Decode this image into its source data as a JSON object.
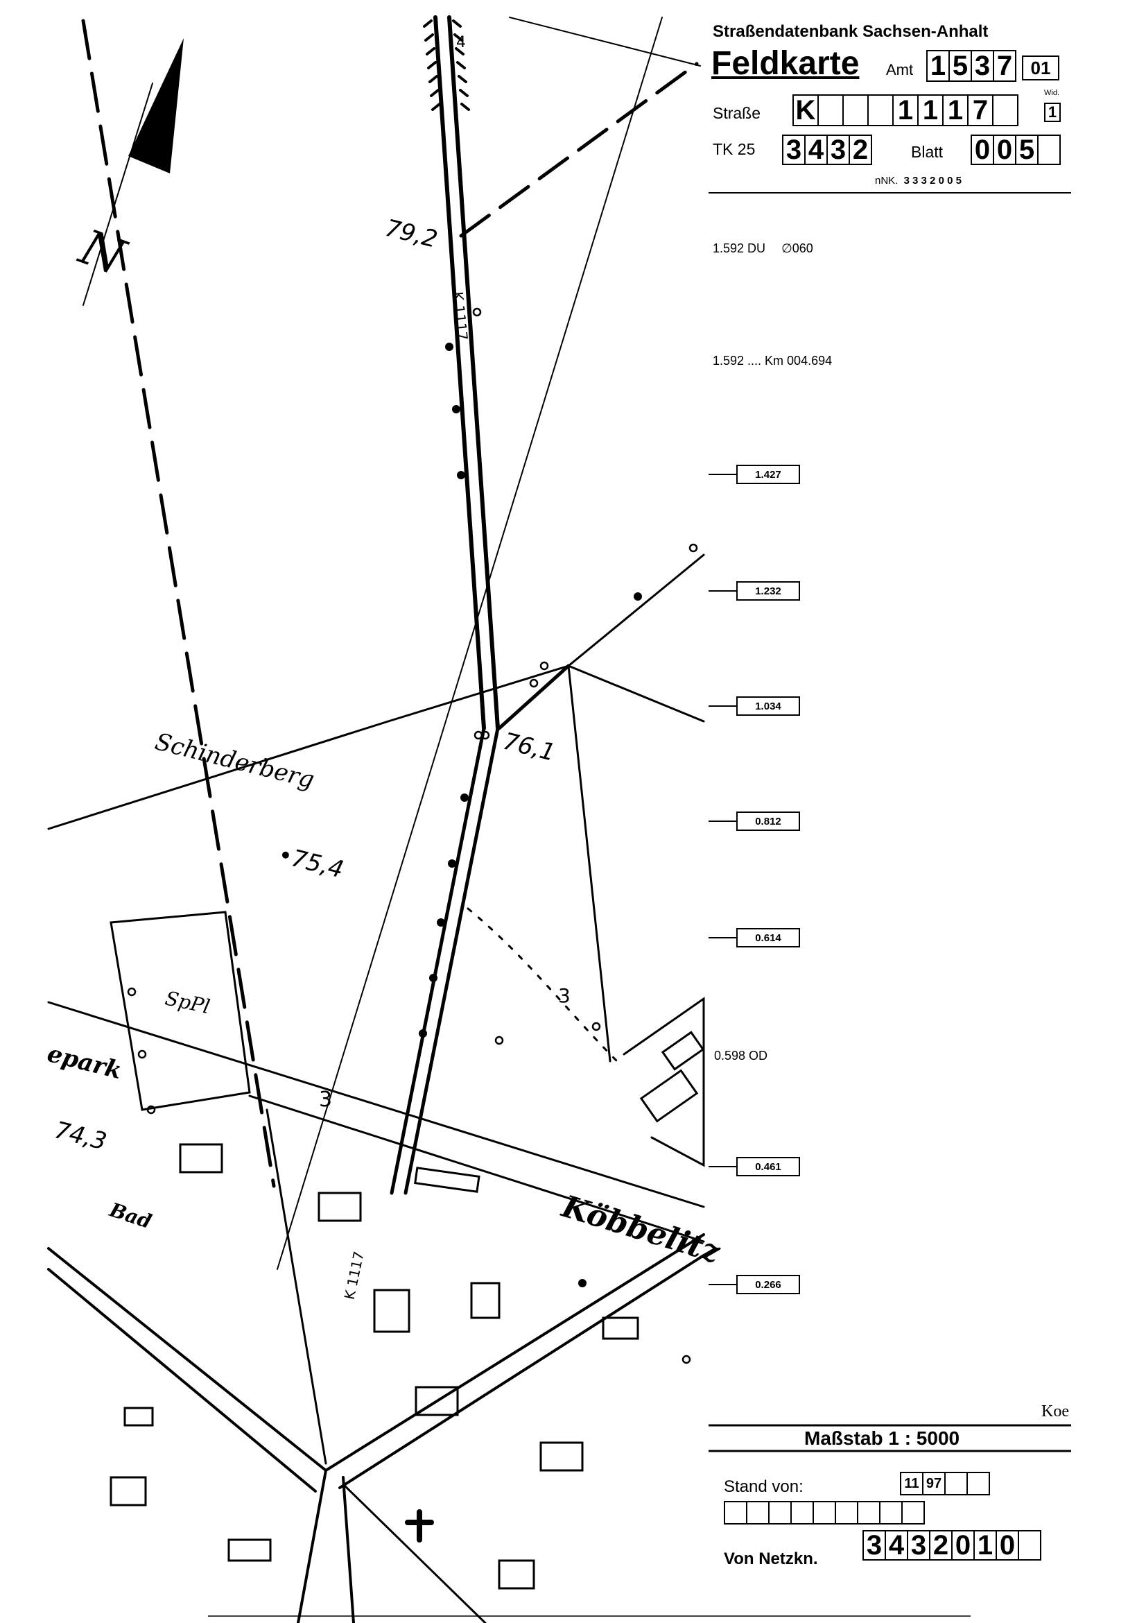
{
  "header": {
    "db_title": "Straßendatenbank Sachsen-Anhalt",
    "card_title": "Feldkarte",
    "amt_label": "Amt",
    "amt_digits": [
      "1",
      "5",
      "3",
      "7"
    ],
    "amt_suffix": "01",
    "strasse_label": "Straße",
    "strasse_class": "K",
    "strasse_number": [
      "1",
      "1",
      "1",
      "7"
    ],
    "wid_label": "Wid.",
    "wid_value": "1",
    "tk_label": "TK 25",
    "tk_digits": [
      "3",
      "4",
      "3",
      "2"
    ],
    "blatt_label": "Blatt",
    "blatt_digits": [
      "0",
      "0",
      "5"
    ],
    "nnk_label": "nNK.",
    "nnk_value": "3 3 3 2 0 0 5"
  },
  "notes": {
    "du_note": "1.592 DU",
    "diam_note": "∅060",
    "km_note": "1.592 .... Km  004.694",
    "od_note": "0.598 OD"
  },
  "km_markers": [
    "1.427",
    "1.232",
    "1.034",
    "0.812",
    "0.614",
    "0.461",
    "0.266"
  ],
  "map_labels": {
    "north": "N",
    "elev1": "79,2",
    "elev2": "76,1",
    "elev3": "•75,4",
    "elev4": "74,3",
    "road1": "K 1117",
    "road2": "K 1117",
    "schinderberg": "Schinderberg",
    "sppl": "SpPl",
    "park": "epark",
    "bad": "Bad",
    "koebbelitz": "Köbbelitz",
    "three1": "3",
    "three2": "3",
    "four": "4"
  },
  "footer": {
    "koe": "Koe",
    "scale": "Maßstab 1 : 5000",
    "stand_label": "Stand von:",
    "stand_month": "11",
    "stand_year": "97",
    "netz_label": "Von Netzkn.",
    "netz_digits": [
      "3",
      "4",
      "3",
      "2",
      "0",
      "1",
      "0"
    ]
  }
}
